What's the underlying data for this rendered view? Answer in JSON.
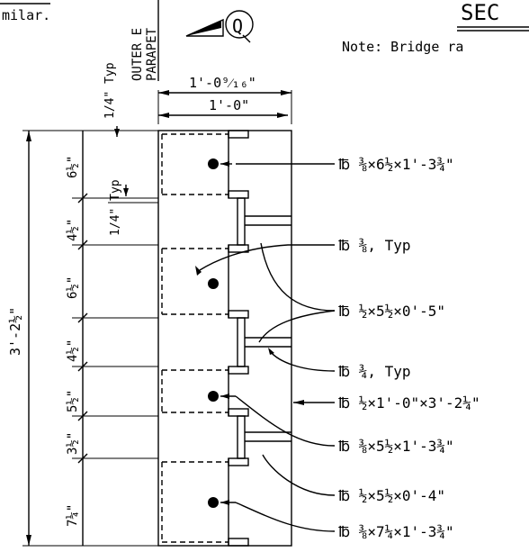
{
  "fragments": {
    "top_left_text": "milar.",
    "section_title": "SEC",
    "note": "Note: Bridge ra",
    "vertical_label_line1": "OUTER E",
    "vertical_label_line2": "PARAPET",
    "section_marker": "Q"
  },
  "dimensions": {
    "width_overall": "1'-0⁹⁄₁₆\"",
    "width_plate": "1'-0\"",
    "typ_quarter_top": "1/4\" Typ",
    "typ_quarter_mid": "1/4\" Typ",
    "total_height": "3'-2½\"",
    "vertical_segments": [
      "6½\"",
      "4½\"",
      "6½\"",
      "4½\"",
      "5½\"",
      "3½\"",
      "7¼\""
    ]
  },
  "callouts": [
    "℔ ⅜×6½×1'-3¾\"",
    "℔ ⅜, Typ",
    "℔ ½×5½×0'-5\"",
    "℔ ¾, Typ",
    "℔ ½×1'-0\"×3'-2¼\"",
    "℔ ⅜×5½×1'-3¾\"",
    "℔ ½×5½×0'-4\"",
    "℔ ⅜×7¼×1'-3¾\""
  ]
}
